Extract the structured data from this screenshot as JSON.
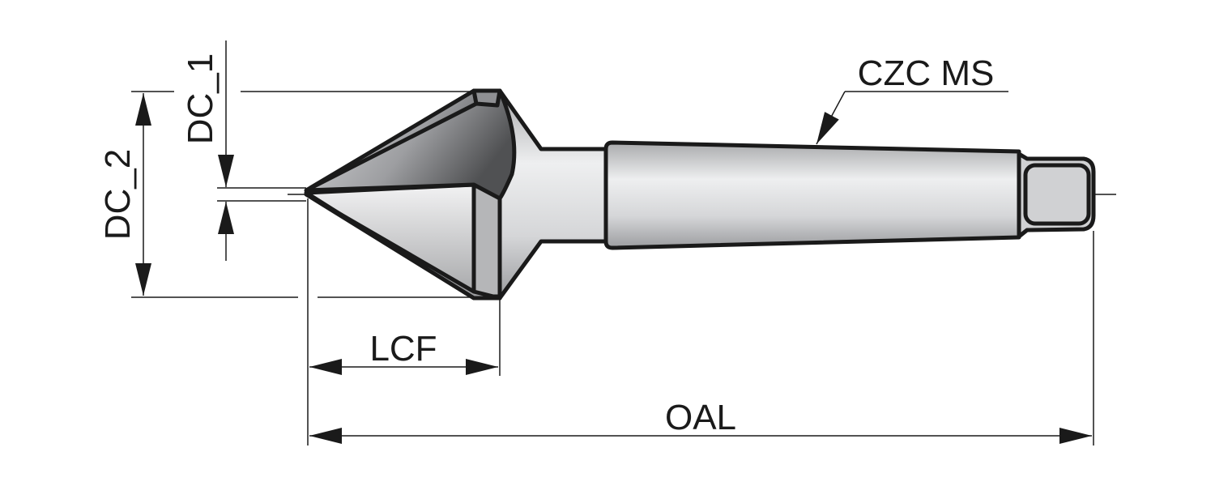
{
  "labels": {
    "dc2": "DC_2",
    "dc1": "DC_1",
    "lcf": "LCF",
    "oal": "OAL",
    "shank": "CZC MS"
  },
  "colors": {
    "outline": "#1a1a1a",
    "metal_light": "#e6e7e8",
    "metal_dark": "#5a5b5d"
  }
}
